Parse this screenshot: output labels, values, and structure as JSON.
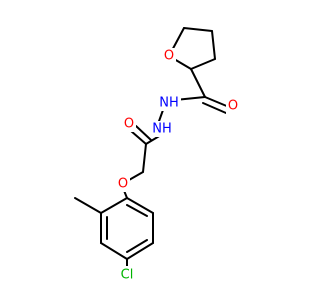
{
  "molecule": {
    "atom_labels": {
      "ring_oxygen": "O",
      "amide_oxygen_1": "O",
      "nh_1": "NH",
      "nh_2": "NH",
      "amide_oxygen_2": "O",
      "ether_oxygen": "O",
      "chlorine": "Cl"
    }
  },
  "colors": {
    "bond": "#000000",
    "oxygen": "#ff0000",
    "nitrogen": "#0000ff",
    "chlorine": "#00b400",
    "background": "#ffffff"
  }
}
